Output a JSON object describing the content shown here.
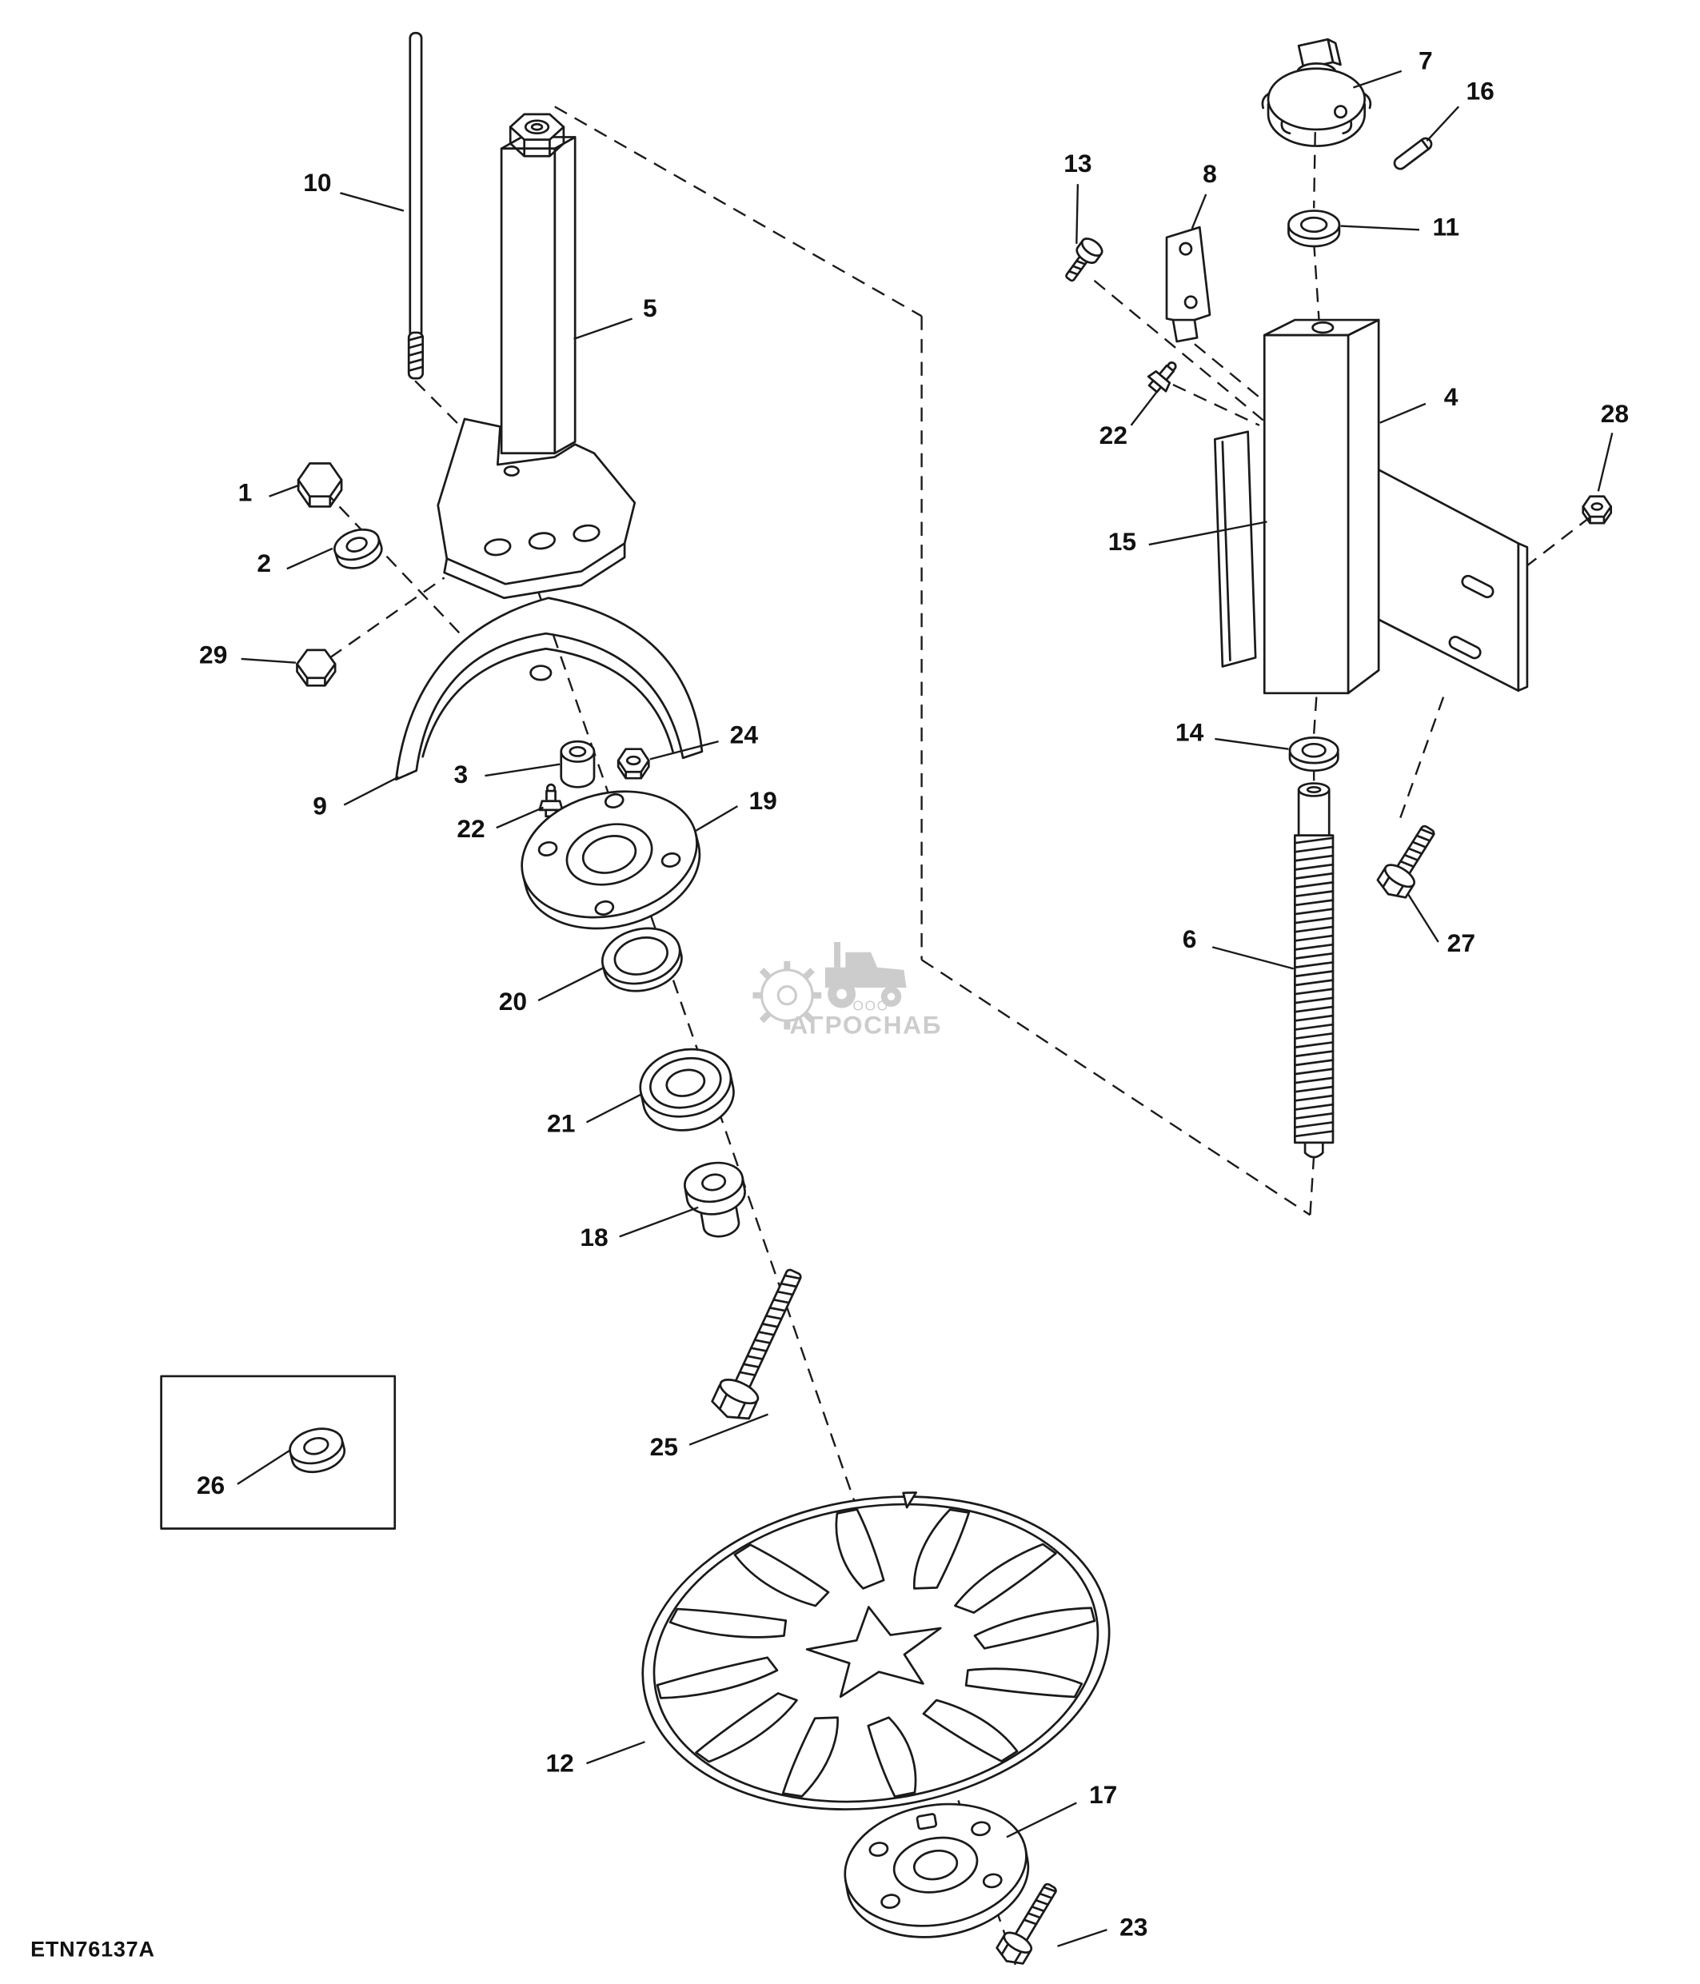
{
  "canvas": {
    "background": "#ffffff",
    "line_color": "#1a1a1a",
    "watermark_color": "#9b9b9b"
  },
  "drawing_code": "ETN76137A",
  "watermark": {
    "company_prefix": "ООО",
    "company_name": "АГРОСНАБ"
  },
  "callouts": [
    {
      "label": "10"
    },
    {
      "label": "5"
    },
    {
      "label": "1"
    },
    {
      "label": "2"
    },
    {
      "label": "29"
    },
    {
      "label": "9"
    },
    {
      "label": "3"
    },
    {
      "label": "22"
    },
    {
      "label": "24"
    },
    {
      "label": "19"
    },
    {
      "label": "20"
    },
    {
      "label": "21"
    },
    {
      "label": "18"
    },
    {
      "label": "25"
    },
    {
      "label": "26"
    },
    {
      "label": "12"
    },
    {
      "label": "17"
    },
    {
      "label": "23"
    },
    {
      "label": "7"
    },
    {
      "label": "16"
    },
    {
      "label": "11"
    },
    {
      "label": "13"
    },
    {
      "label": "8"
    },
    {
      "label": "22"
    },
    {
      "label": "4"
    },
    {
      "label": "28"
    },
    {
      "label": "15"
    },
    {
      "label": "14"
    },
    {
      "label": "6"
    },
    {
      "label": "27"
    }
  ]
}
